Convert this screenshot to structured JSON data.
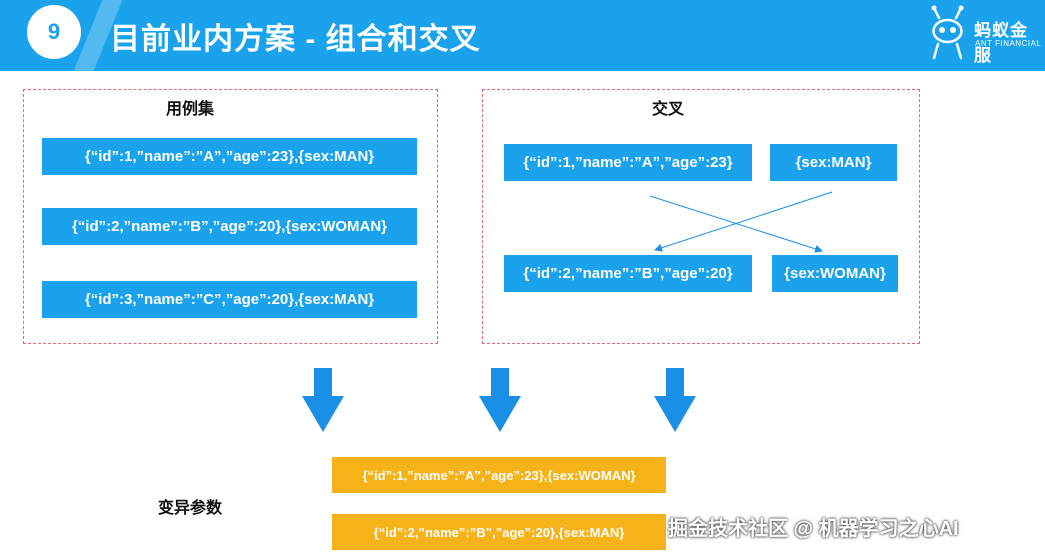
{
  "header": {
    "number": "9",
    "title": "目前业内方案 - 组合和交叉",
    "logo_cn": "蚂蚁金服",
    "logo_en": "ANT FINANCIAL"
  },
  "left_box": {
    "label": "用例集",
    "items": [
      "{“id”:1,”name”:”A”,”age”:23},{sex:MAN}",
      "{“id”:2,”name”:”B”,”age”:20},{sex:WOMAN}",
      "{“id”:3,”name”:”C”,”age”:20},{sex:MAN}"
    ]
  },
  "right_box": {
    "label": "交叉",
    "top_left": "{“id”:1,”name”:”A”,”age”:23}",
    "top_right": "{sex:MAN}",
    "bottom_left": "{“id”:2,”name”:”B”,”age”:20}",
    "bottom_right": "{sex:WOMAN}"
  },
  "mutation": {
    "label": "变异参数",
    "items": [
      "{“id”:1,”name”:”A”,”age”:23},{sex:WOMAN}",
      "{“id”:2,”name”:”B”,”age”:20},{sex:MAN}"
    ]
  },
  "watermark": "掘金技术社区 @ 机器学习之心AI",
  "colors": {
    "header": "#1aa3ec",
    "box_blue": "#1aa3ec",
    "box_orange": "#f6b219",
    "dashed_border": "#e36a6a",
    "arrow": "#1a8fe6"
  }
}
